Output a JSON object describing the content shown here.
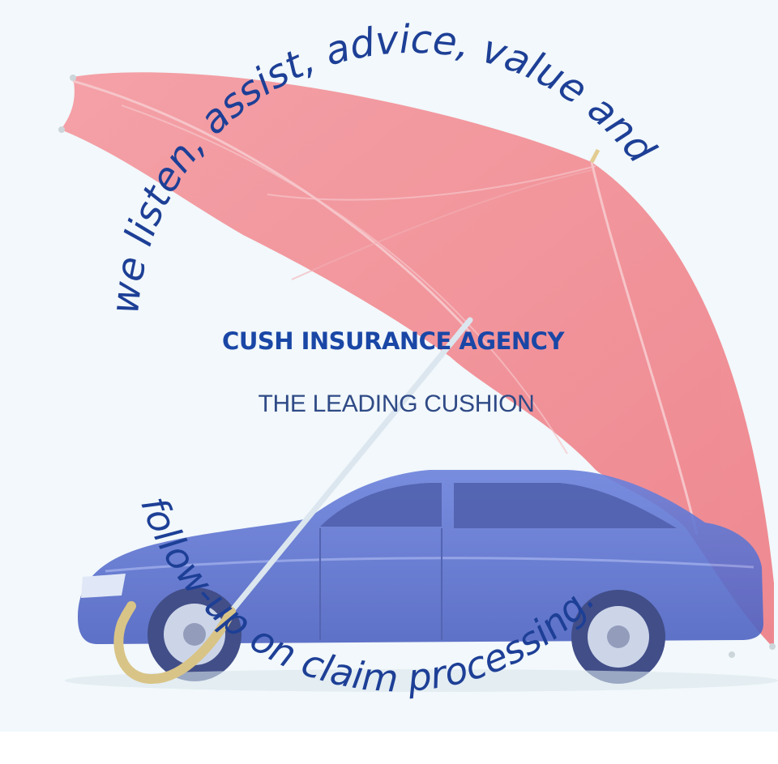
{
  "brand": {
    "name": "CUSH INSURANCE AGENCY",
    "tagline": "THE LEADING CUSHION"
  },
  "slogan": {
    "top_arc": "we listen, assist, advice, value and",
    "bottom_arc": "follow-up on claim processing."
  },
  "imagery": {
    "umbrella": "red-umbrella",
    "vehicle": "blue-sedan-car"
  },
  "colors": {
    "background": "#f2f8fb",
    "umbrella": "#f28e95",
    "car": "#5d74d2",
    "text_primary": "#1a47a6",
    "text_script": "#1d3f96"
  }
}
